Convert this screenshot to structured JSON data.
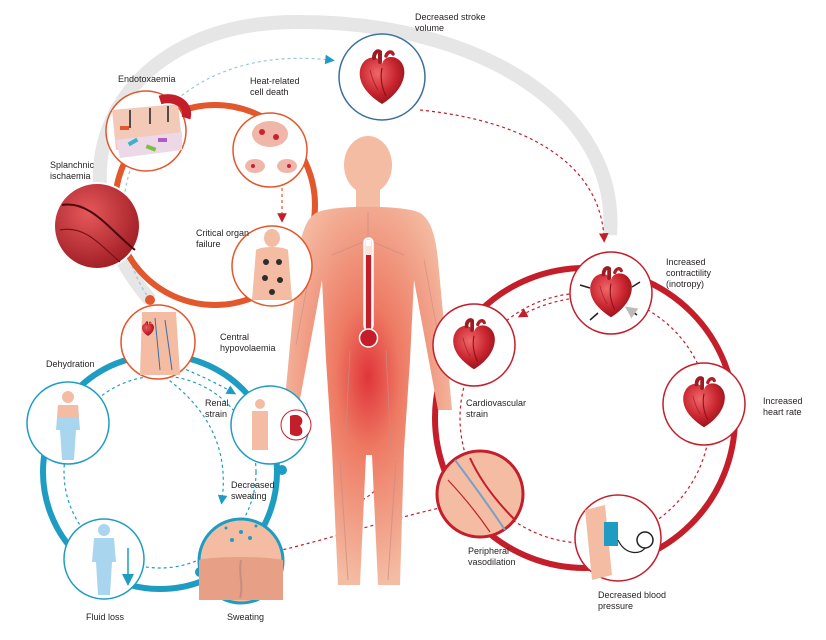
{
  "colors": {
    "orange_cycle": "#e2572b",
    "blue_cycle": "#1f9cc2",
    "red_cycle": "#c41e2a",
    "grey_arc": "#e3e3e3",
    "skin": "#f2b59a",
    "heart": "#c8242e",
    "vessel": "#c8242e"
  },
  "labels": {
    "decreased_stroke_volume": "Decreased stroke\nvolume",
    "endotoxaemia": "Endotoxaemia",
    "heat_related_cell_death": "Heat-related\ncell death",
    "splanchnic_ischaemia": "Splanchnic\nischaemia",
    "critical_organ_failure": "Critical organ\nfailure",
    "central_hypovolaemia": "Central\nhypovolaemia",
    "dehydration": "Dehydration",
    "renal_strain": "Renal\nstrain",
    "decreased_sweating": "Decreased\nsweating",
    "fluid_loss": "Fluid loss",
    "sweating": "Sweating",
    "increased_contractility": "Increased\ncontractility\n(inotropy)",
    "increased_heart_rate": "Increased\nheart rate",
    "cardiovascular_strain": "Cardiovascular\nstrain",
    "peripheral_vasodilation": "Peripheral\nvasodilation",
    "decreased_blood_pressure": "Decreased blood\npressure"
  },
  "icons": {
    "heart": "heart-icon",
    "thermometer": "thermometer-icon",
    "kidney": "kidney-icon",
    "sweat_gland": "sweat-gland-icon",
    "blood_pressure_cuff": "blood-pressure-cuff-icon",
    "organs": "organs-icon",
    "intestine": "intestine-icon",
    "cells": "cells-icon",
    "vessel": "blood-vessel-icon",
    "body": "human-body-icon"
  }
}
